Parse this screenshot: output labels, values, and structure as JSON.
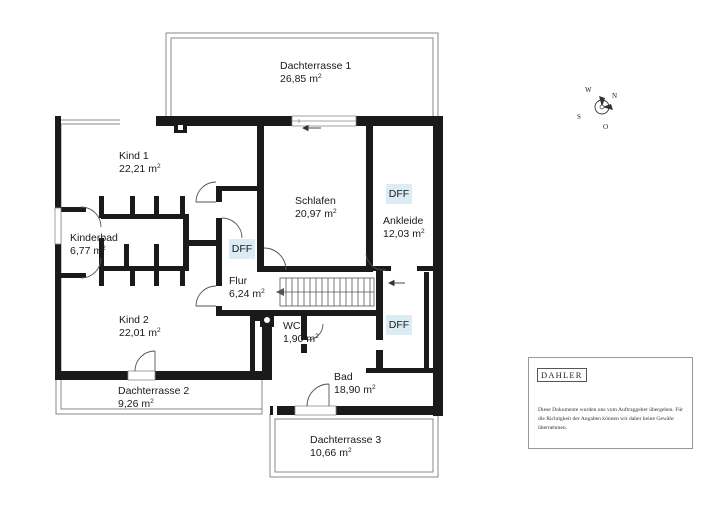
{
  "area_unit": "m",
  "area_exponent": "2",
  "rooms": [
    {
      "id": "dachterrasse-1",
      "name": "Dachterrasse 1",
      "area": "26,85"
    },
    {
      "id": "kind-1",
      "name": "Kind 1",
      "area": "22,21"
    },
    {
      "id": "schlafen",
      "name": "Schlafen",
      "area": "20,97"
    },
    {
      "id": "ankleide",
      "name": "Ankleide",
      "area": "12,03"
    },
    {
      "id": "kinderbad",
      "name": "Kinderbad",
      "area": "6,77"
    },
    {
      "id": "flur",
      "name": "Flur",
      "area": "6,24"
    },
    {
      "id": "kind-2",
      "name": "Kind 2",
      "area": "22,01"
    },
    {
      "id": "wc",
      "name": "WC",
      "area": "1,90"
    },
    {
      "id": "bad",
      "name": "Bad",
      "area": "18,90"
    },
    {
      "id": "dachterrasse-2",
      "name": "Dachterrasse 2",
      "area": "9,26"
    },
    {
      "id": "dachterrasse-3",
      "name": "Dachterrasse 3",
      "area": "10,66"
    }
  ],
  "skylight_label": "DFF",
  "compass": {
    "n": "N",
    "s": "S",
    "o": "O",
    "w": "W"
  },
  "legend": {
    "brand": "DAHLER",
    "disclaimer": "Diese Dokumente wurden uns vom Auftraggeber übergeben. Für die Richtigkeit der Angaben können wir daher keine Gewähr übernehmen."
  }
}
